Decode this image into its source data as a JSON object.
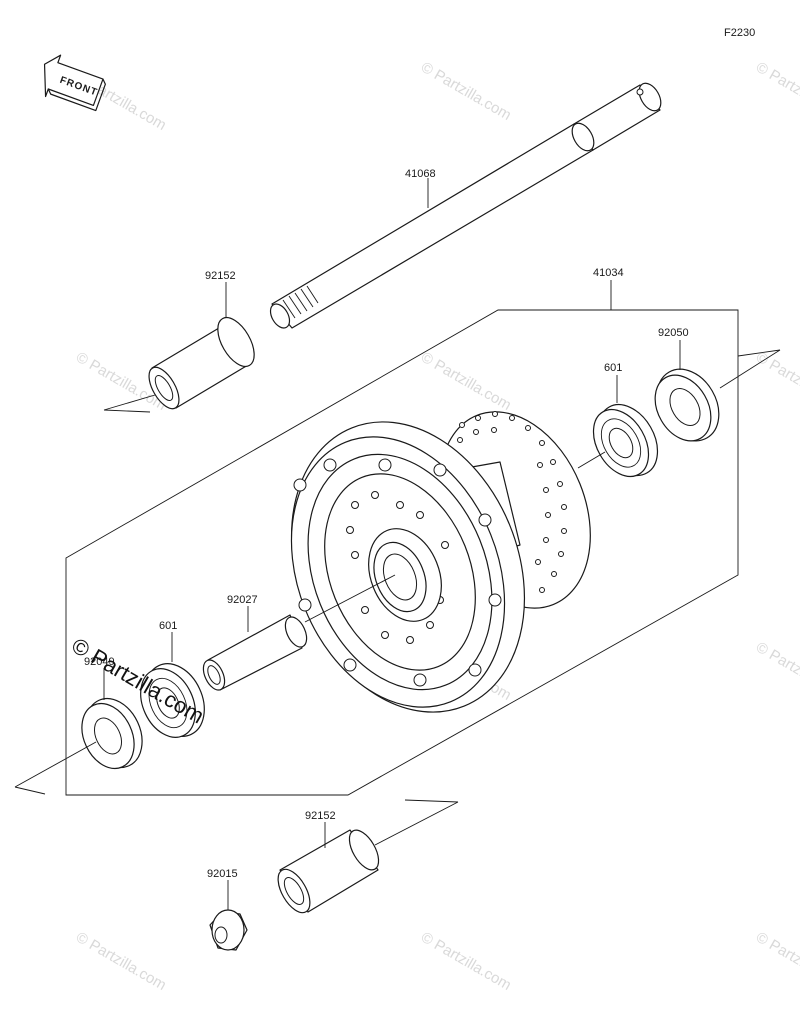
{
  "diagram": {
    "code": "F2230",
    "front_label": "FRONT",
    "watermark": "© Partzilla.com",
    "parts": [
      {
        "id": "axle",
        "number": "41068"
      },
      {
        "id": "collar-left-top",
        "number": "92152"
      },
      {
        "id": "hub-assy",
        "number": "41034"
      },
      {
        "id": "oil-seal-right",
        "number": "92050"
      },
      {
        "id": "bearing-right",
        "number": "601"
      },
      {
        "id": "spacer",
        "number": "92027"
      },
      {
        "id": "bearing-left",
        "number": "601"
      },
      {
        "id": "oil-seal-left",
        "number": "92049"
      },
      {
        "id": "collar-bottom",
        "number": "92152"
      },
      {
        "id": "nut",
        "number": "92015"
      }
    ]
  }
}
